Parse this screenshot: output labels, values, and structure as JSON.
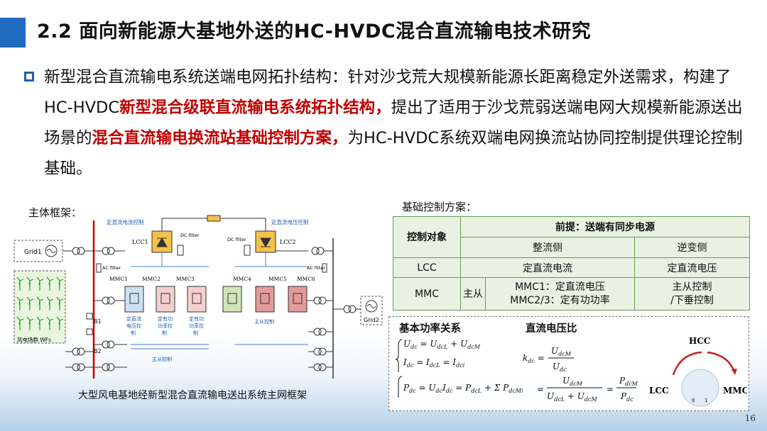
{
  "title": "2.2 面向新能源大基地外送的HC-HVDC混合直流输电技术研究",
  "intro": {
    "p1": "新型混合直流输电系统送端电网拓扑结构：针对沙戈荒大规模新能源长距离稳定外送需求，构建了HC-HVDC",
    "h1": "新型混合级联直流输电系统拓扑结构，",
    "p2": "提出了适用于沙戈荒弱送端电网大规模新能源送出场景的",
    "h2": "混合直流输电换流站基础控制方案，",
    "p3": "为HC-HVDC系统双端电网换流站协同控制提供理论控制基础。"
  },
  "labels": {
    "framework": "主体框架：",
    "control_scheme": "基础控制方案：",
    "caption": "大型风电基地经新型混合直流输电送出系统主网框架"
  },
  "page_number": "16",
  "diagram": {
    "grid1": "Grid1",
    "grid2": "Grid2",
    "lcc1": "LCC1",
    "lcc2": "LCC2",
    "const_current_ctrl": "定直流电流控制",
    "const_voltage_ctrl": "定直流电压控制",
    "dc_filter_1": "DC filter",
    "dc_filter_2": "DC filter",
    "ac_filter_1": "AC filter",
    "ac_filter_2": "AC filter",
    "mmc1": "MMC1",
    "mmc2": "MMC2",
    "mmc3": "MMC3",
    "mmc4": "MMC4",
    "mmc5": "MMC5",
    "mmc6": "MMC6",
    "b1": "B1",
    "b2": "B2",
    "wind_farm": "风电场群 WFs",
    "sub1": [
      "定直流",
      "电压控",
      "制"
    ],
    "sub2": [
      "定有功",
      "功率控",
      "制"
    ],
    "sub3": [
      "定有功",
      "功率控",
      "制"
    ],
    "master_slave_1": "主从控制",
    "master_slave_2": "主从控制"
  },
  "table": {
    "col_obj": "控制对象",
    "premise": "前提：送端有同步电源",
    "rectifier": "整流侧",
    "inverter": "逆变侧",
    "lcc": "LCC",
    "lcc_rect": "定直流电流",
    "lcc_inv": "定直流电压",
    "mmc": "MMC",
    "mmc_master": "主从",
    "mmc_rect_1": "MMC1：定直流电压",
    "mmc_rect_2": "MMC2/3：定有功功率",
    "mmc_inv_1": "主从控制",
    "mmc_inv_2": "/下垂控制"
  },
  "formulas": {
    "power_title": "基本功率关系",
    "voltage_title": "直流电压比",
    "hcc": "HCC",
    "lcc": "LCC",
    "mmc": "MMC",
    "dial_0": "0",
    "dial_1": "1"
  }
}
